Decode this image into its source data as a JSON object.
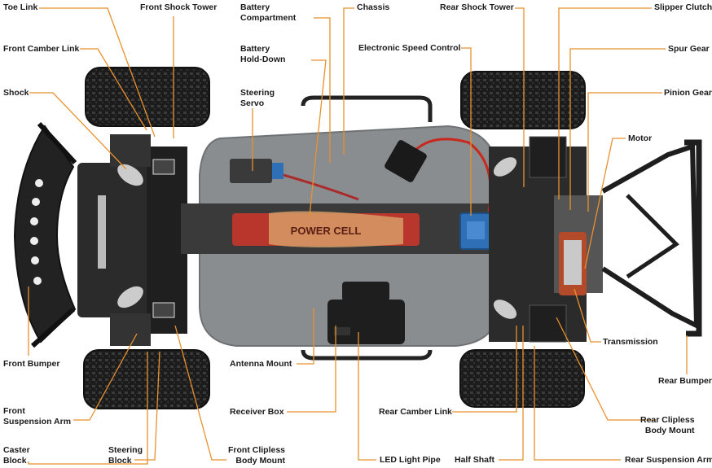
{
  "labels": {
    "toe_link": "Toe Link",
    "front_shock_tower": "Front Shock Tower",
    "battery_compartment": "Battery\nCompartment",
    "chassis": "Chassis",
    "rear_shock_tower": "Rear Shock Tower",
    "slipper_clutch": "Slipper Clutch",
    "front_camber_link": "Front Camber Link",
    "battery_hold_down": "Battery\nHold-Down",
    "electronic_speed_control": "Electronic Speed Control",
    "spur_gear": "Spur Gear",
    "shock": "Shock",
    "steering_servo": "Steering\nServo",
    "pinion_gear": "Pinion Gear",
    "motor": "Motor",
    "transmission": "Transmission",
    "front_bumper": "Front Bumper",
    "antenna_mount": "Antenna Mount",
    "rear_bumper": "Rear Bumper",
    "front_suspension_arm": "Front\nSuspension Arm",
    "receiver_box": "Receiver Box",
    "rear_camber_link": "Rear Camber Link",
    "rear_clipless_body_mount": "Rear Clipless\nBody Mount",
    "caster_block": "Caster\nBlock",
    "steering_block": "Steering\nBlock",
    "front_clipless_body_mount": "Front Clipless\nBody Mount",
    "led_light_pipe": "LED Light Pipe",
    "half_shaft": "Half Shaft",
    "rear_suspension_arm": "Rear Suspension Arm"
  },
  "battery_print": "POWER CELL",
  "colors": {
    "leader": "#e8912d",
    "chassis_plate": "#8a8d8f",
    "frame": "#2a2a2a",
    "tire": "#1b1b1b",
    "battery": "#c0392b",
    "esc": "#2f6fb5",
    "label_text": "#1a1a1a"
  }
}
